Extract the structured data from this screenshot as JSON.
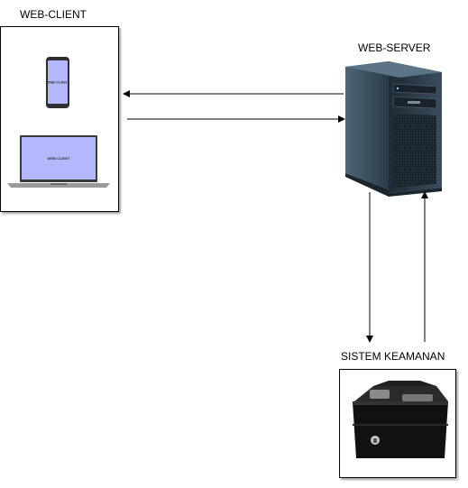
{
  "labels": {
    "web_client": "WEB-CLIENT",
    "web_server": "WEB-SERVER",
    "security": "SISTEM KEAMANAN"
  },
  "devices": {
    "phone_screen": "WEB CLIENT",
    "laptop_screen": "WEB CLIENT"
  },
  "colors": {
    "screen": "#b3b8ff",
    "server_body": "#2d3e4c",
    "lockbox": "#111111"
  }
}
